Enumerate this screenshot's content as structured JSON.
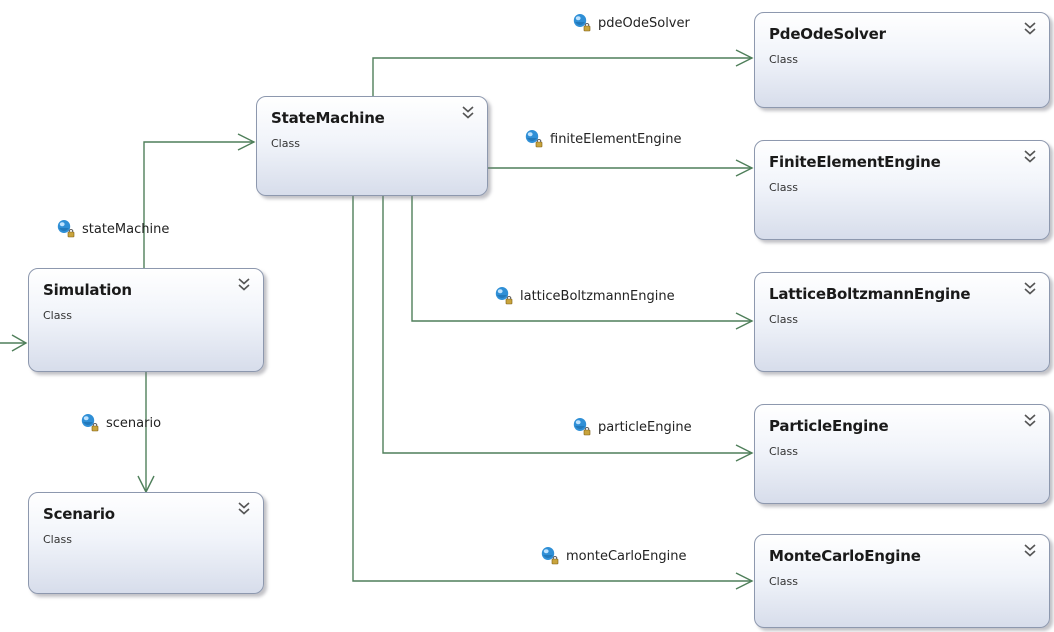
{
  "classes": {
    "statemachine": {
      "name": "StateMachine",
      "kind": "Class"
    },
    "simulation": {
      "name": "Simulation",
      "kind": "Class"
    },
    "scenario": {
      "name": "Scenario",
      "kind": "Class"
    },
    "pdeodesolver": {
      "name": "PdeOdeSolver",
      "kind": "Class"
    },
    "finiteelementengine": {
      "name": "FiniteElementEngine",
      "kind": "Class"
    },
    "latticeboltzmannengine": {
      "name": "LatticeBoltzmannEngine",
      "kind": "Class"
    },
    "particleengine": {
      "name": "ParticleEngine",
      "kind": "Class"
    },
    "montecarloengine": {
      "name": "MonteCarloEngine",
      "kind": "Class"
    }
  },
  "associations": {
    "stateMachine": "stateMachine",
    "scenario": "scenario",
    "pdeOdeSolver": "pdeOdeSolver",
    "finiteElementEngine": "finiteElementEngine",
    "latticeBoltzmannEngine": "latticeBoltzmannEngine",
    "particleEngine": "particleEngine",
    "monteCarloEngine": "monteCarloEngine"
  },
  "icons": {
    "class_collapse": "double-chevron-down-icon",
    "association_property": "private-property-icon"
  },
  "colors": {
    "connector": "#4f7f5a",
    "box_border": "#8d98ae",
    "box_gradient_top": "#ffffff",
    "box_gradient_bottom": "#d7ddeb",
    "property_icon_blue": "#2f8fd6",
    "property_lock": "#8a6a1a"
  }
}
